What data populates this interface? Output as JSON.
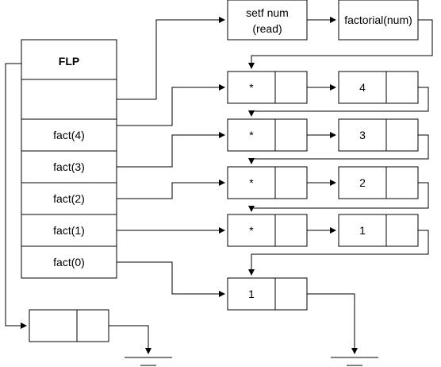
{
  "stack": {
    "header": "FLP",
    "frames": [
      "fact(4)",
      "fact(3)",
      "fact(2)",
      "fact(1)",
      "fact(0)"
    ]
  },
  "top_boxes": {
    "setf_line1": "setf num",
    "setf_line2": "(read)",
    "factorial": "factorial(num)"
  },
  "multiply_symbol": "*",
  "levels": [
    {
      "op": "*",
      "value": "4"
    },
    {
      "op": "*",
      "value": "3"
    },
    {
      "op": "*",
      "value": "2"
    },
    {
      "op": "*",
      "value": "1"
    }
  ],
  "base_case": "1"
}
